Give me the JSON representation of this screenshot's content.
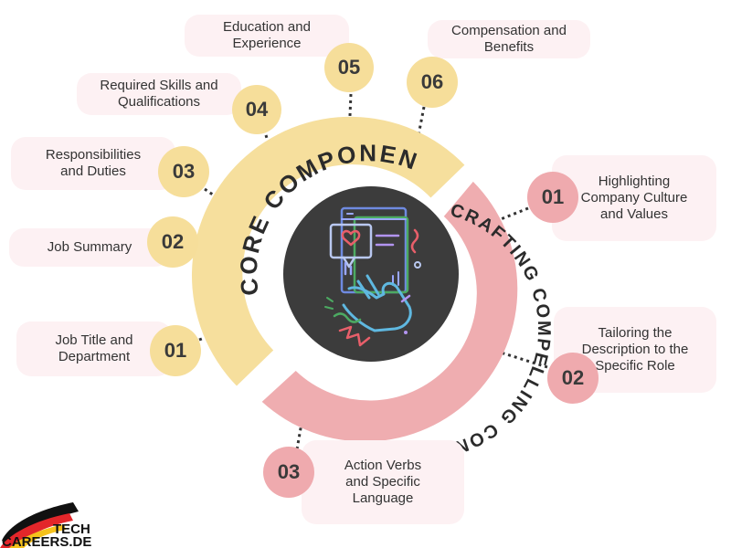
{
  "colors": {
    "core_ring": "#f6df9d",
    "crafting_ring": "#efadb0",
    "center_disc": "#3c3c3c",
    "label_bg": "#fdf1f3",
    "number_yellow": "#f6de9a",
    "number_pink": "#efaaae",
    "dot_line": "#333333"
  },
  "rings": {
    "core_title": "CORE COMPONENTS",
    "crafting_title": "CRAFTING COMPELLING CONTENT"
  },
  "core_components": [
    {
      "number": "01",
      "label": "Job Title and Department"
    },
    {
      "number": "02",
      "label": "Job Summary"
    },
    {
      "number": "03",
      "label": "Responsibilities and Duties"
    },
    {
      "number": "04",
      "label": "Required Skills and Qualifications"
    },
    {
      "number": "05",
      "label": "Education and Experience"
    },
    {
      "number": "06",
      "label": "Compensation and Benefits"
    }
  ],
  "crafting_content": [
    {
      "number": "01",
      "label": "Highlighting Company Culture and Values"
    },
    {
      "number": "02",
      "label": "Tailoring the Description to the Specific Role"
    },
    {
      "number": "03",
      "label": "Action Verbs and Specific Language"
    }
  ],
  "logo": {
    "line1": "TECH",
    "line2": "CAREERS.DE"
  },
  "icons": {
    "center": "job-description-illustration-icon",
    "logo_flag": "german-flag-swoosh-icon"
  }
}
